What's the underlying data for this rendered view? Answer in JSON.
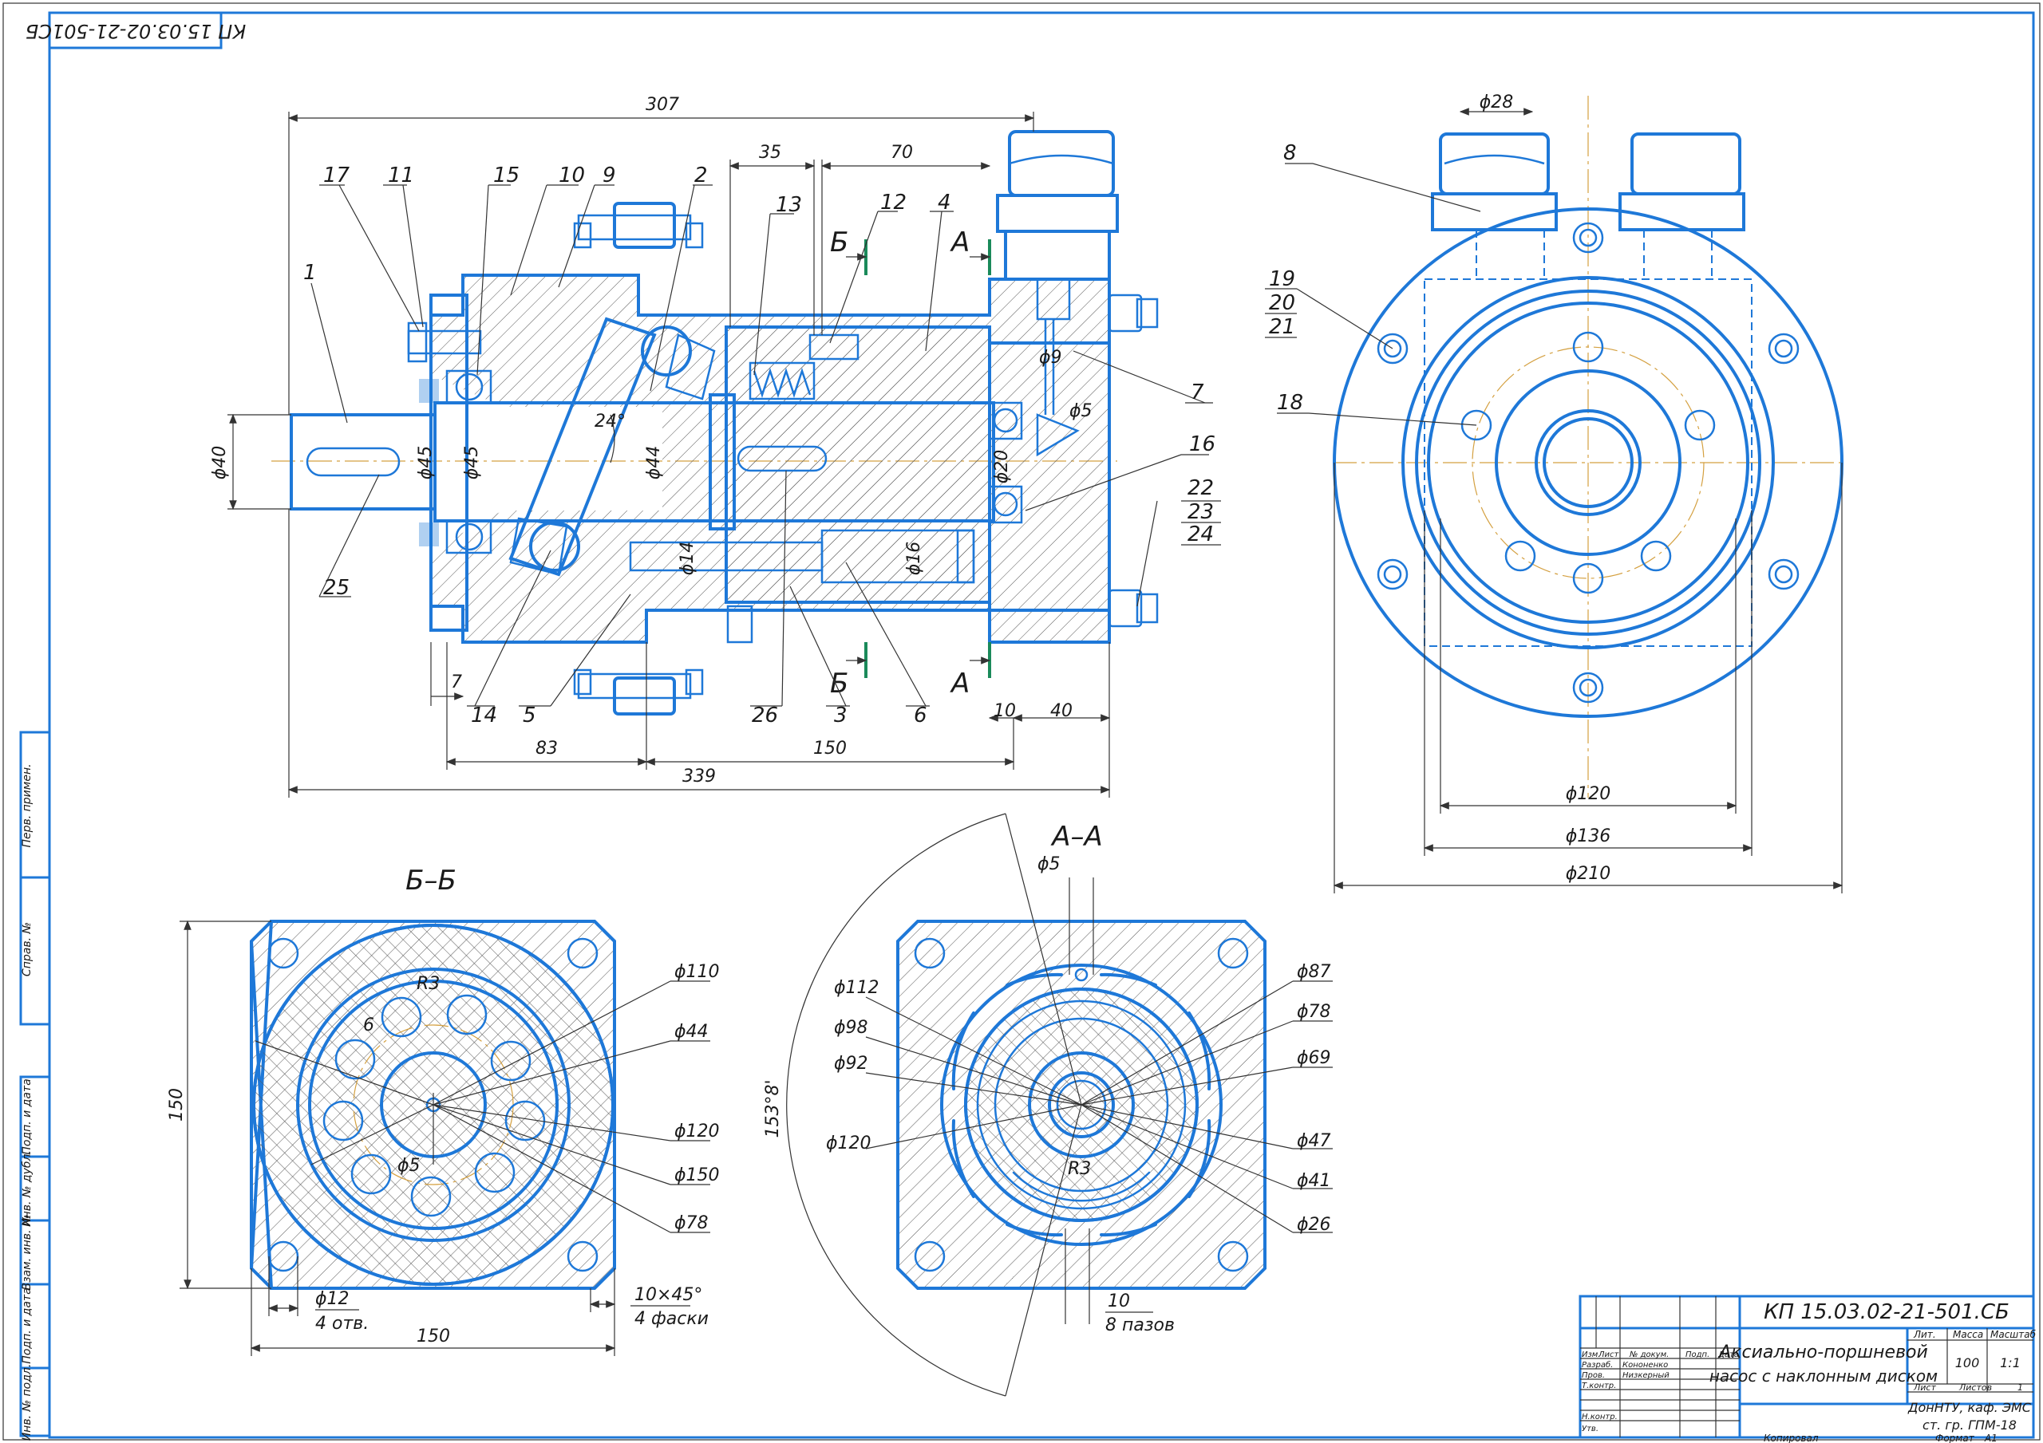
{
  "stamp_top": "КП 15.03.02-21-501СБ",
  "main_view": {
    "positions": [
      "1",
      "2",
      "3",
      "4",
      "5",
      "6",
      "7",
      "8",
      "9",
      "10",
      "11",
      "12",
      "13",
      "14",
      "15",
      "16",
      "17",
      "18",
      "19",
      "20",
      "21",
      "22",
      "23",
      "24",
      "25",
      "26"
    ],
    "dims": {
      "d307": "307",
      "d35": "35",
      "d70": "70",
      "d9": "ϕ9",
      "d5": "ϕ5",
      "d20": "ϕ20",
      "d40": "ϕ40",
      "d45a": "ϕ45",
      "d45b": "ϕ45",
      "d44": "ϕ44",
      "a24": "24°",
      "d14": "ϕ14",
      "d16": "ϕ16",
      "d7": "7",
      "d10": "10",
      "d40b": "40",
      "d83": "83",
      "d150": "150",
      "d339": "339"
    },
    "section_marks": {
      "b": "Б",
      "a": "А"
    }
  },
  "side_view": {
    "dims": {
      "d28": "ϕ28",
      "d120": "ϕ120",
      "d136": "ϕ136",
      "d210": "ϕ210"
    }
  },
  "section_bb": {
    "title": "Б–Б",
    "dims": {
      "r3": "R3",
      "six": "6",
      "d5": "ϕ5",
      "d110": "ϕ110",
      "d44": "ϕ44",
      "d120": "ϕ120",
      "d150": "ϕ150",
      "d78": "ϕ78",
      "h150": "150",
      "w150": "150",
      "d12": "ϕ12",
      "holes": "4 отв.",
      "chamf": "10×45°",
      "chamf_n": "4 фаски"
    }
  },
  "section_aa": {
    "title": "А–А",
    "dims": {
      "d5": "ϕ5",
      "d112": "ϕ112",
      "d98": "ϕ98",
      "d92": "ϕ92",
      "d120": "ϕ120",
      "ang": "153°8'",
      "r3": "R3",
      "d87": "ϕ87",
      "d78": "ϕ78",
      "d69": "ϕ69",
      "d47": "ϕ47",
      "d41": "ϕ41",
      "d26": "ϕ26",
      "w10": "10",
      "slots": "8 пазов"
    }
  },
  "left_strip": [
    "Перв. примен.",
    "Справ. №",
    "Подп. и дата",
    "Инв. № дубл.",
    "Взам. инв. №",
    "Подп. и дата",
    "Инв. № подл."
  ],
  "title_block": {
    "doc": "КП 15.03.02-21-501.СБ",
    "name_line1": "Аксиально-поршневой",
    "name_line2": "насос с наклонным диском",
    "cols": {
      "izm": "Изм.",
      "list": "Лист",
      "ndoc": "№ докум.",
      "podp": "Подп.",
      "data": "Дата"
    },
    "rows": [
      {
        "role": "Разраб.",
        "name": "Кононенко"
      },
      {
        "role": "Пров.",
        "name": "Низкерный"
      },
      {
        "role": "Т.контр.",
        "name": ""
      },
      {
        "role": "Н.контр.",
        "name": ""
      },
      {
        "role": "Утв.",
        "name": ""
      }
    ],
    "lit": "Лит.",
    "mass": "Масса",
    "scale": "Масштаб",
    "mass_val": "100",
    "scale_val": "1:1",
    "sheet": "Лист",
    "sheets": "Листов",
    "sheets_val": "1",
    "org1": "ДонНТУ, каф. ЭМС",
    "org2": "ст. гр. ГПМ-18",
    "copied": "Копировал",
    "format": "Формат",
    "format_val": "А1"
  }
}
